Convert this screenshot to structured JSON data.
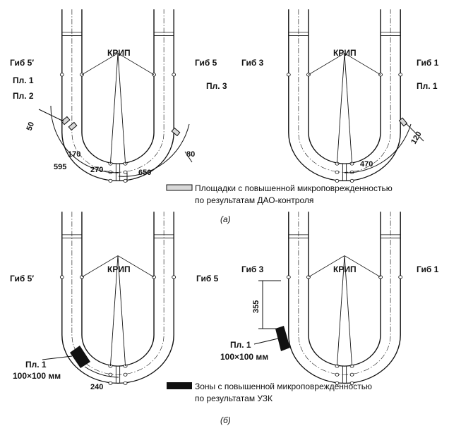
{
  "panel_a": {
    "left": {
      "krip": "КРИП",
      "bend_left": "Гиб 5′",
      "bend_right": "Гиб 5",
      "pl1": "Пл. 1",
      "pl2": "Пл. 2",
      "pl3": "Пл. 3",
      "dims": [
        "50",
        "170",
        "595",
        "270",
        "650",
        "80"
      ]
    },
    "right": {
      "krip": "КРИП",
      "bend_left": "Гиб 3",
      "bend_right": "Гиб 1",
      "pl1": "Пл. 1",
      "dims": [
        "120",
        "470"
      ]
    },
    "legend_line1": "Площадки с повышенной микроповрежденностью",
    "legend_line2": "по результатам ДАО-контроля",
    "caption": "(а)"
  },
  "panel_b": {
    "left": {
      "krip": "КРИП",
      "bend_left": "Гиб 5′",
      "bend_right": "Гиб 5",
      "pl1": "Пл. 1",
      "size": "100×100 мм",
      "dim": "240"
    },
    "right": {
      "krip": "КРИП",
      "bend_left": "Гиб 3",
      "bend_right": "Гиб 1",
      "pl1": "Пл. 1",
      "size": "100×100 мм",
      "dim": "355"
    },
    "legend_line1": "Зоны с повышенной микроповрежденностью",
    "legend_line2": "по результатам УЗК",
    "caption": "(б)"
  }
}
